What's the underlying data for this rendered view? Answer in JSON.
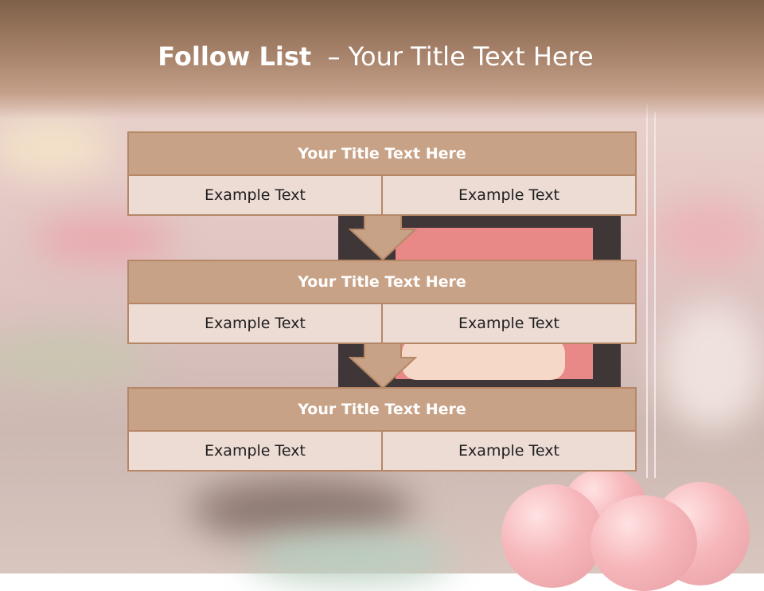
{
  "slide": {
    "title_bold": "Follow List",
    "title_rest": "– Your Title Text Here"
  },
  "blocks": [
    {
      "title": "Your Title Text Here",
      "cells": [
        "Example Text",
        "Example Text"
      ]
    },
    {
      "title": "Your Title Text Here",
      "cells": [
        "Example Text",
        "Example Text"
      ]
    },
    {
      "title": "Your Title Text Here",
      "cells": [
        "Example Text",
        "Example Text"
      ]
    }
  ],
  "colors": {
    "header": "#c8a286",
    "border": "#b58766",
    "cell": "#ecdcd4",
    "arrow": "#c8a286"
  }
}
